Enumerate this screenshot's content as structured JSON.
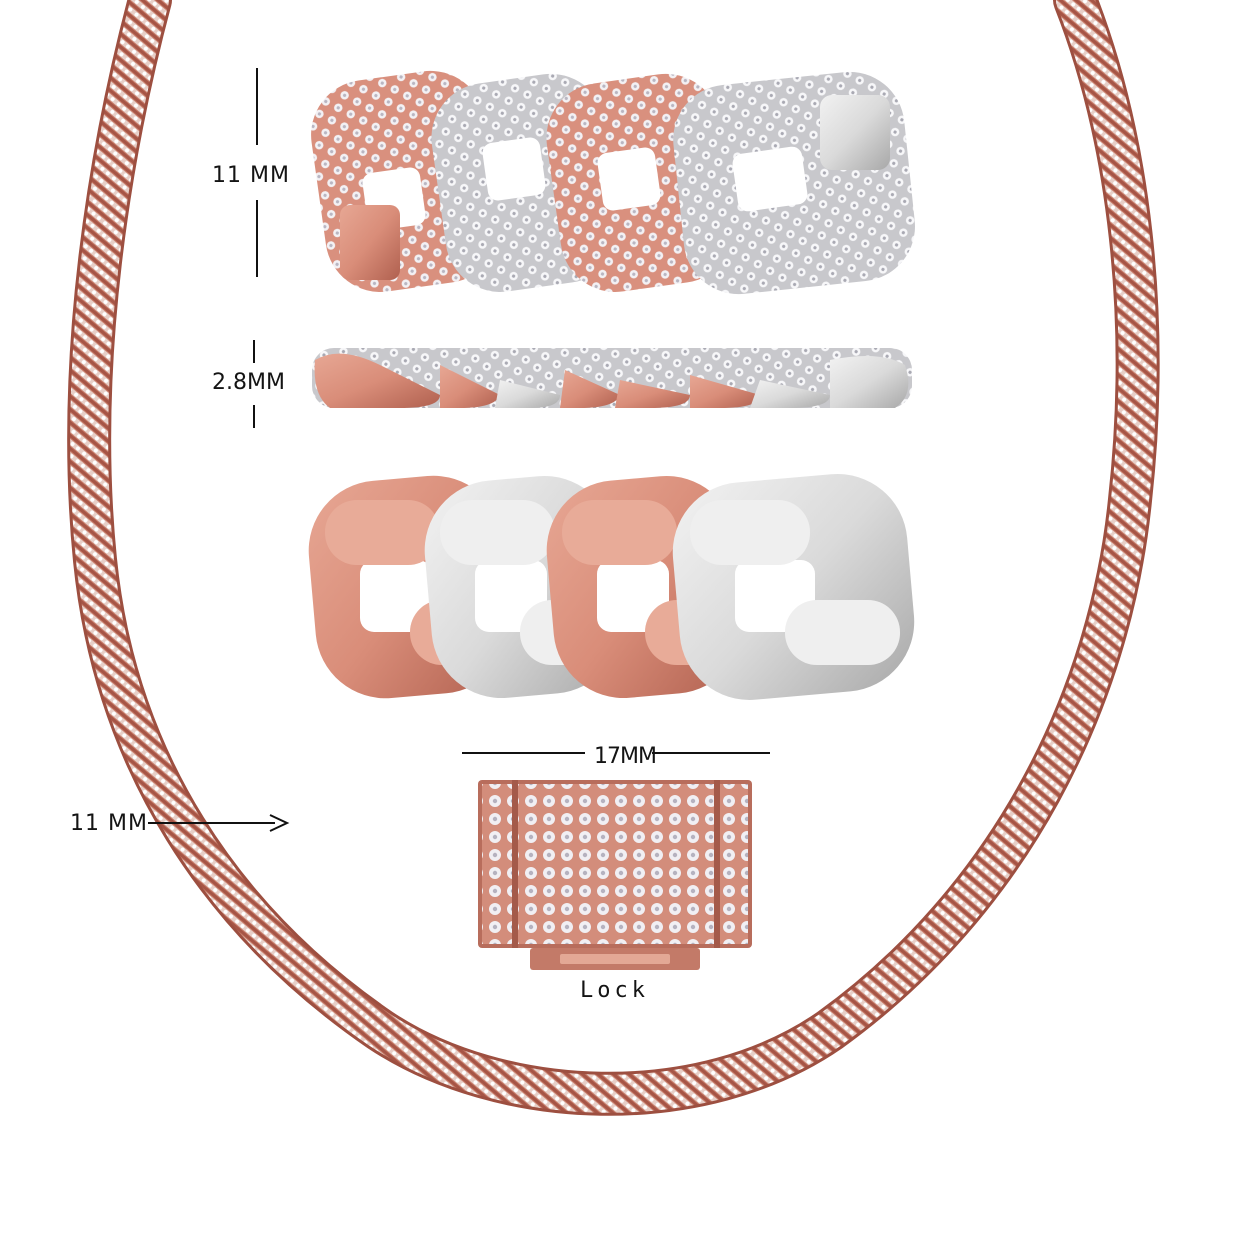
{
  "labels": {
    "link_width": "11 MM",
    "link_thickness": "2.8MM",
    "clasp_width": "17MM",
    "chain_width": "11 MM",
    "lock": "Lock"
  },
  "colors": {
    "rose_gold": "#d9907e",
    "rose_gold_dark": "#a8584a",
    "white_gold": "#dcdcdc",
    "white_gold_dark": "#9c9c9c",
    "diamond": "#f4f4f6"
  },
  "product": {
    "metal_pattern": [
      "rose-gold",
      "white-gold",
      "rose-gold",
      "white-gold"
    ]
  }
}
